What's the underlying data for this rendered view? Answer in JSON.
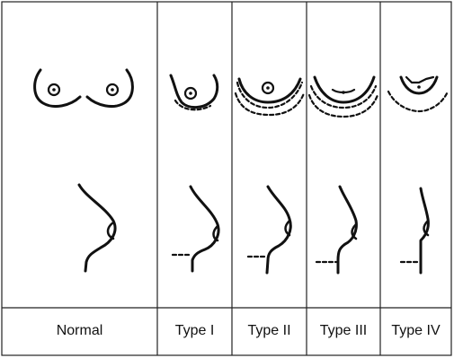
{
  "columns": [
    {
      "id": "normal",
      "label": "Normal"
    },
    {
      "id": "type-i",
      "label": "Type I"
    },
    {
      "id": "type-ii",
      "label": "Type II"
    },
    {
      "id": "type-iii",
      "label": "Type III"
    },
    {
      "id": "type-iv",
      "label": "Type IV"
    }
  ],
  "colors": {
    "ink": "#111111",
    "grid": "#222222",
    "background": "#ffffff"
  }
}
